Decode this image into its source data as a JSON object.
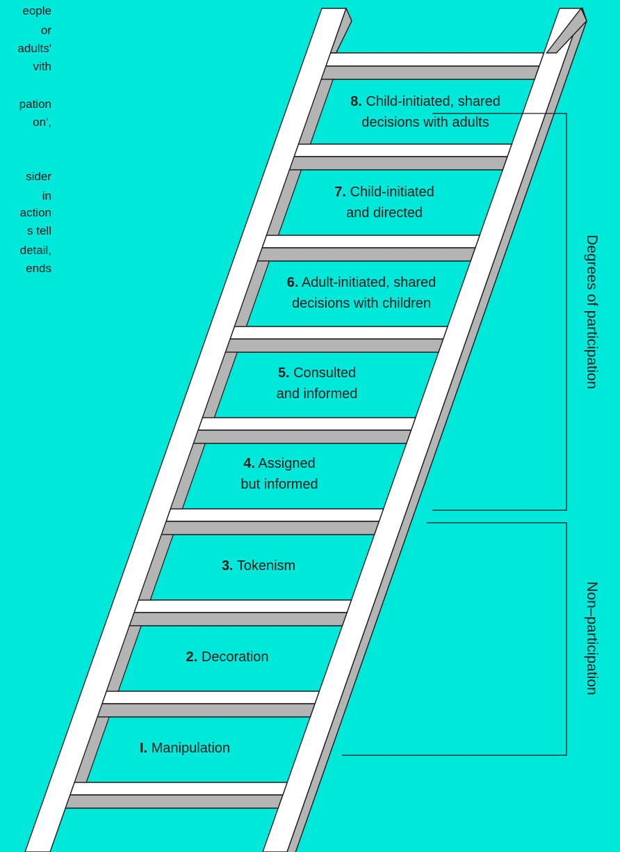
{
  "left_text_fragments": [
    "eople",
    "or",
    "adults'",
    "vith",
    "",
    "pation",
    "on',",
    "",
    "",
    "sider",
    "in",
    "action",
    "s tell",
    "detail,",
    "ends"
  ],
  "ladder": {
    "rungs": [
      {
        "number": "8.",
        "lines": [
          "Child-initiated, shared",
          "decisions with adults"
        ]
      },
      {
        "number": "7.",
        "lines": [
          "Child-initiated",
          "and directed"
        ]
      },
      {
        "number": "6.",
        "lines": [
          "Adult-initiated, shared",
          "decisions with children"
        ]
      },
      {
        "number": "5.",
        "lines": [
          "Consulted",
          "and informed"
        ]
      },
      {
        "number": "4.",
        "lines": [
          "Assigned",
          "but informed"
        ]
      },
      {
        "number": "3.",
        "lines": [
          "Tokenism"
        ]
      },
      {
        "number": "2.",
        "lines": [
          "Decoration"
        ]
      },
      {
        "number": "I.",
        "lines": [
          "Manipulation"
        ]
      }
    ]
  },
  "brackets": {
    "participation": "Degrees of participation",
    "non_participation": "Non–participation"
  },
  "colors": {
    "background": "#00e8d9",
    "ladder_fill": "#ffffff",
    "ladder_shadow": "#b4b4b4",
    "outline": "#1a1a1a"
  }
}
